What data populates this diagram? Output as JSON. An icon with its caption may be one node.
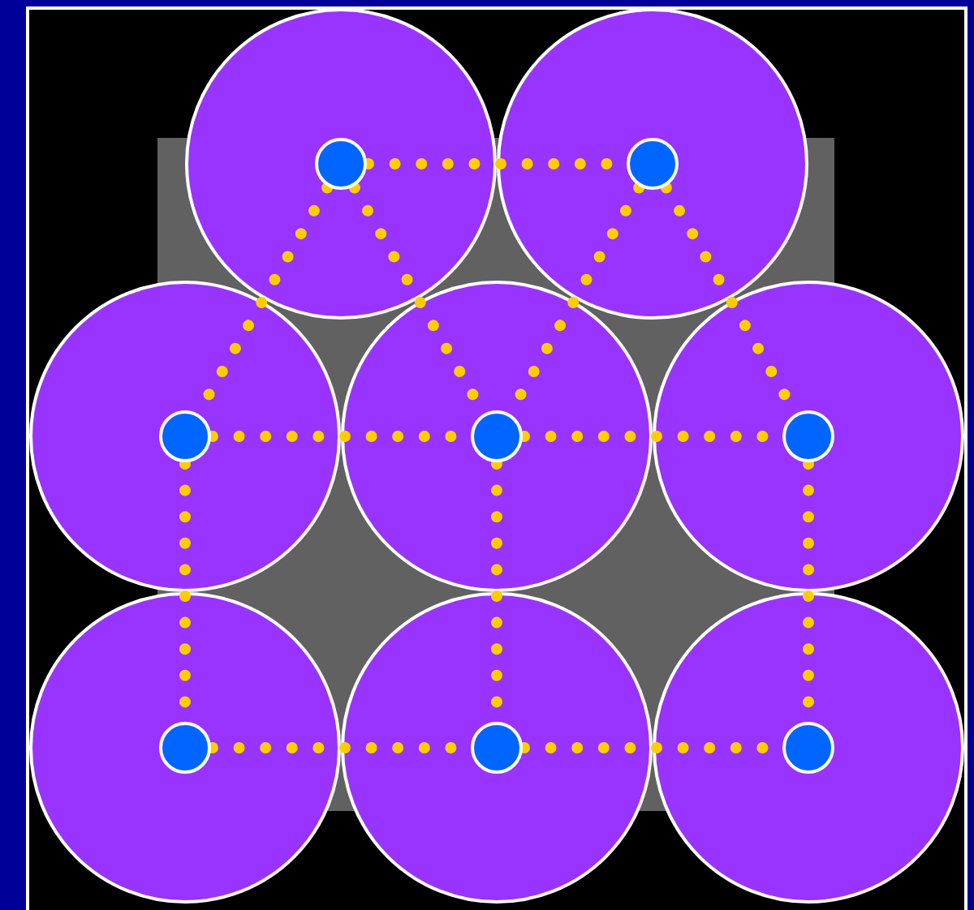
{
  "diagram": {
    "nodes": [
      {
        "text": [],
        "shape": "circle"
      },
      {
        "text": [],
        "shape": "circle"
      },
      {
        "text": [],
        "shape": "circle"
      },
      {
        "text": [],
        "shape": "circle"
      },
      {
        "text": [],
        "shape": "circle"
      },
      {
        "text": [],
        "shape": "circle"
      },
      {
        "text": [],
        "shape": "circle"
      },
      {
        "text": [],
        "shape": "circle"
      },
      {
        "text": [],
        "shape": "circle",
        "in": 0
      },
      {
        "text": [],
        "shape": "circle",
        "in": 1
      },
      {
        "text": [],
        "shape": "circle",
        "in": 2
      },
      {
        "text": [],
        "shape": "circle",
        "in": 3
      },
      {
        "text": [],
        "shape": "circle",
        "in": 4
      },
      {
        "text": [],
        "shape": "circle",
        "in": 5
      },
      {
        "text": [],
        "shape": "circle",
        "in": 6
      },
      {
        "text": [],
        "shape": "circle",
        "in": 7
      }
    ],
    "edges": [
      {
        "from": 8,
        "to": 9,
        "arrow": "none"
      },
      {
        "from": 8,
        "to": 10,
        "arrow": "none"
      },
      {
        "from": 8,
        "to": 11,
        "arrow": "none"
      },
      {
        "from": 9,
        "to": 11,
        "arrow": "none"
      },
      {
        "from": 9,
        "to": 12,
        "arrow": "none"
      },
      {
        "from": 10,
        "to": 11,
        "arrow": "none"
      },
      {
        "from": 11,
        "to": 12,
        "arrow": "none"
      },
      {
        "from": 10,
        "to": 13,
        "arrow": "none"
      },
      {
        "from": 11,
        "to": 14,
        "arrow": "none"
      },
      {
        "from": 12,
        "to": 15,
        "arrow": "none"
      },
      {
        "from": 13,
        "to": 14,
        "arrow": "none"
      },
      {
        "from": 14,
        "to": 15,
        "arrow": "none"
      }
    ]
  }
}
